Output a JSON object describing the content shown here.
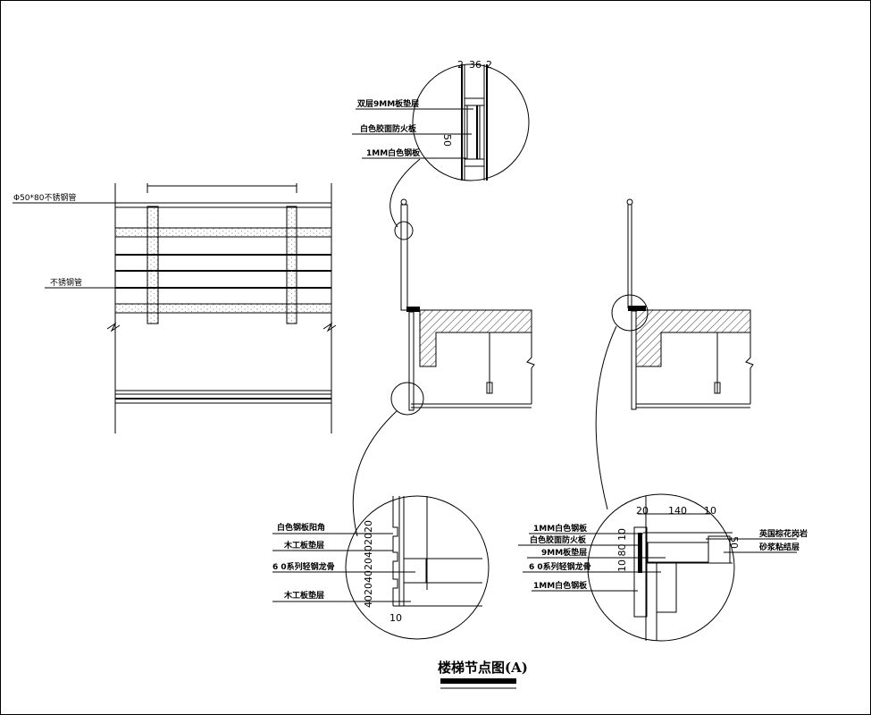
{
  "title": "楼梯节点图(A)",
  "elevation": {
    "label_top_rail": "Φ50*80不锈钢管",
    "label_rail": "不锈钢管"
  },
  "detail_top": {
    "dims": [
      "2",
      "36",
      "2"
    ],
    "dim_side": "50",
    "labels": [
      "双层9MM板垫层",
      "白色胶面防火板",
      "1MM白色钢板"
    ]
  },
  "detail_bottom_left": {
    "labels": [
      "白色钢板阳角",
      "木工板垫层",
      "6 0系列轻钢龙骨",
      "木工板垫层"
    ],
    "dim_vertical": "40204020402020",
    "dim_bottom": "10"
  },
  "detail_bottom_right": {
    "dims": [
      "20",
      "140",
      "10"
    ],
    "dim_vertical": "10 80 10",
    "dim_side": "50",
    "labels_left": [
      "1MM白色钢板",
      "白色胶面防火板",
      "9MM板垫层",
      "6 0系列轻钢龙骨",
      "1MM白色钢板"
    ],
    "labels_right": [
      "英国棕花岗岩",
      "砂浆粘结层"
    ]
  }
}
